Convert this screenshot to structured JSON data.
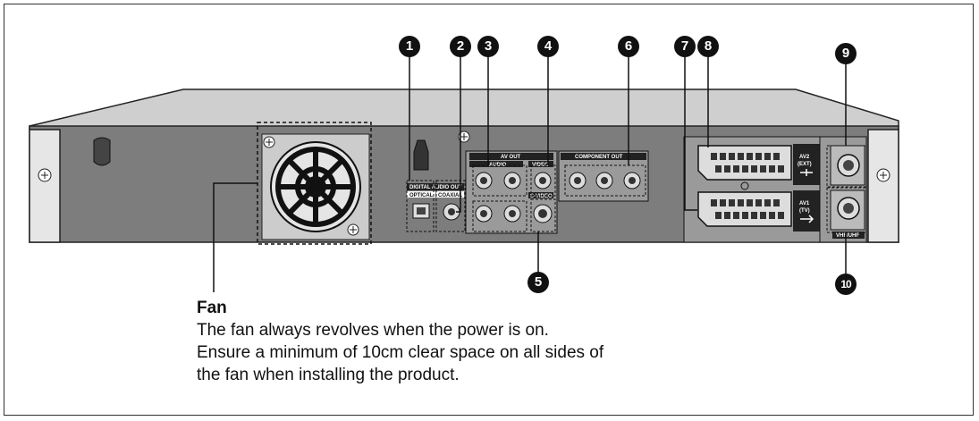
{
  "callouts": [
    {
      "id": "1",
      "label": "1"
    },
    {
      "id": "2",
      "label": "2"
    },
    {
      "id": "3",
      "label": "3"
    },
    {
      "id": "4",
      "label": "4"
    },
    {
      "id": "5",
      "label": "5"
    },
    {
      "id": "6",
      "label": "6"
    },
    {
      "id": "7",
      "label": "7"
    },
    {
      "id": "8",
      "label": "8"
    },
    {
      "id": "9",
      "label": "9"
    },
    {
      "id": "10",
      "label": "10"
    }
  ],
  "panel_labels": {
    "digital_audio_out": "DIGITAL AUDIO OUT",
    "optical": "OPTICAL",
    "coaxial": "COAXIAL",
    "av_out": "AV OUT",
    "audio": "AUDIO",
    "video": "VIDEO",
    "s_video": "S-VIDEO",
    "component_out": "COMPONENT OUT",
    "av2": "AV2",
    "ext": "(EXT)",
    "av1": "AV1",
    "tv": "(TV)",
    "vhf_uhf": "VHF/UHF"
  },
  "fan": {
    "title": "Fan",
    "lines": [
      "The fan always revolves when the power is on.",
      "Ensure a minimum of 10cm clear space on all sides of",
      "the fan when installing the product."
    ]
  }
}
